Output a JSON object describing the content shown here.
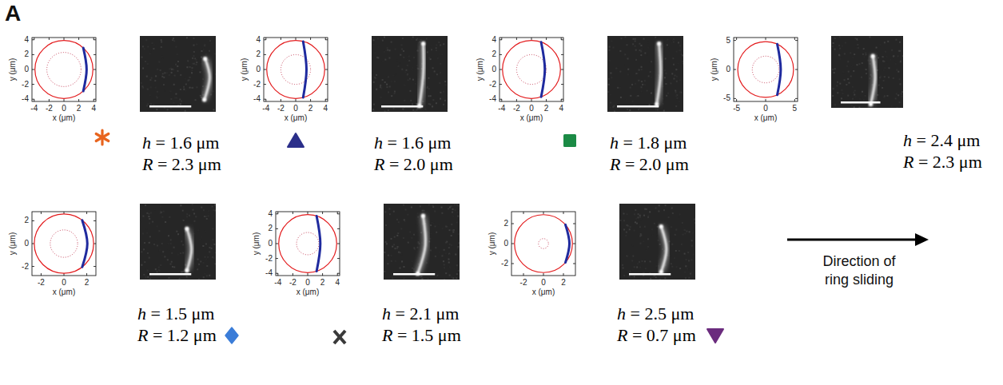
{
  "diagram": {
    "labels": [
      "A",
      "4",
      "2",
      "0",
      "-2",
      "-4",
      "-4",
      "-2",
      "0",
      "2",
      "4",
      "y (μm)",
      "x (μm)",
      "h = 1.6 μm",
      "R = 2.3 μm",
      "4",
      "2",
      "0",
      "-2",
      "-4",
      "-4",
      "-2",
      "0",
      "2",
      "4",
      "y (μm)",
      "x (μm)",
      "h = 1.6 μm",
      "R = 2.0 μm",
      "4",
      "2",
      "0",
      "-2",
      "-4",
      "-4",
      "-2",
      "0",
      "2",
      "4",
      "y (μm)",
      "x (μm)",
      "h = 1.8 μm",
      "R = 2.0 μm",
      "5",
      "0",
      "-5",
      "-5",
      "0",
      "5",
      "y (μm)",
      "x (μm)",
      "h = 2.4 μm",
      "R = 2.3 μm",
      "2",
      "0",
      "-2",
      "-2",
      "0",
      "2",
      "y (μm)",
      "x (μm)",
      "h = 1.5 μm",
      "R = 1.2 μm",
      "4",
      "2",
      "0",
      "-2",
      "-4",
      "-4",
      "-2",
      "0",
      "2",
      "4",
      "y (μm)",
      "x (μm)",
      "h = 2.1 μm",
      "R = 1.5 μm",
      "2",
      "0",
      "-2",
      "-2",
      "0",
      "2",
      "y (μm)",
      "x (μm)",
      "h = 2.5 μm",
      "R = 0.7 μm",
      "Direction of ring sliding"
    ]
  }
}
